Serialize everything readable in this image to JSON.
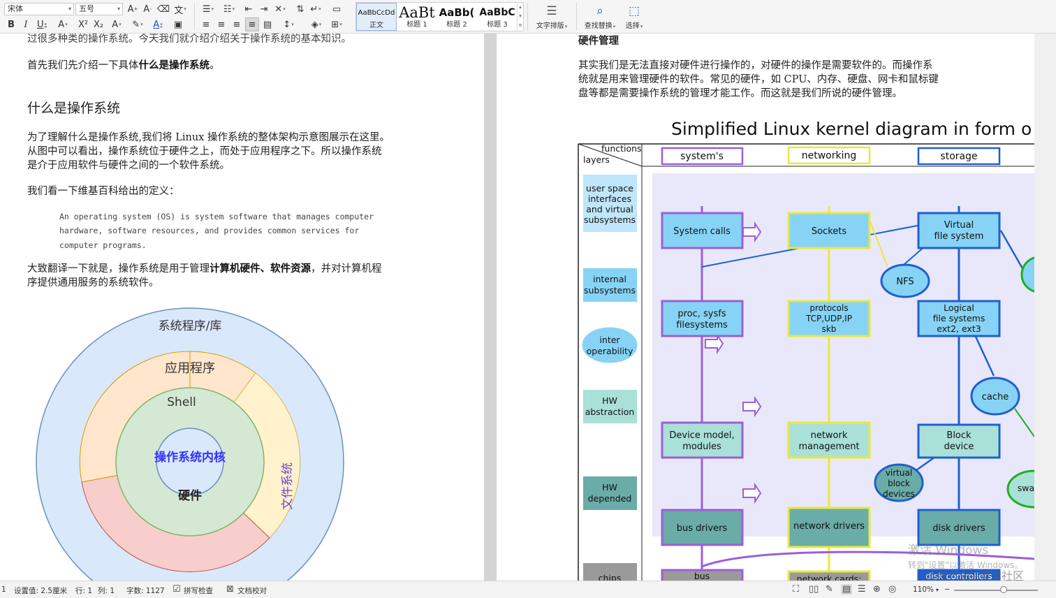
{
  "toolbar": {
    "font_name": "宋体",
    "font_size": "五号",
    "styles": [
      {
        "preview": "AaBbCcDd",
        "name": "正文"
      },
      {
        "preview": "AaBt",
        "name": "标题 1"
      },
      {
        "preview": "AaBb(",
        "name": "标题 2"
      },
      {
        "preview": "AaBbC",
        "name": "标题 3"
      }
    ],
    "text_layout_label": "文字排版",
    "find_replace_label": "查找替换",
    "select_label": "选择"
  },
  "left_page": {
    "cut_line": "过很多种类的操作系统。今天我们就介绍介绍关于操作系统的基本知识。",
    "intro_prefix": "首先我们先介绍一下具体",
    "intro_bold": "什么是操作系统",
    "intro_suffix": "。",
    "heading": "什么是操作系统",
    "para1": [
      "为了理解什么是操作系统,我们将 Linux 操作系统的整体架构示意图展示在这里。",
      "从图中可以看出，操作系统位于硬件之上，而处于应用程序之下。所以操作系统",
      "是介于应用软件与硬件之间的一个软件系统。"
    ],
    "para2": "我们看一下维基百科给出的定义：",
    "quote": [
      "An operating system (OS) is system software that manages computer",
      "hardware, software resources, and provides common services for",
      "computer programs."
    ],
    "para3_prefix": "大致翻译一下就是，操作系统是用于管理",
    "para3_bold": "计算机硬件、软件资源",
    "para3_suffix": "，并对计算机程",
    "para3_line2": "序提供通用服务的系统软件。",
    "ring_diagram": {
      "outer": "应用程序",
      "shell": "Shell",
      "filesystem": "文件系统",
      "syslib": "系统程序/库",
      "kernel": "操作系统内核",
      "hardware": "硬件",
      "colors": {
        "outer": "#dae8fc",
        "shell": "#ffe6cc",
        "fs": "#fff2cc",
        "lib": "#f8cecc",
        "kernel": "#d5e8d4",
        "hw": "#dae8fc",
        "kernel_text": "#3333ff",
        "fs_text": "#6a3fd6"
      }
    }
  },
  "right_page": {
    "cut_heading": "硬件管理",
    "para": [
      "其实我们是无法直接对硬件进行操作的，对硬件的操作是需要软件的。而操作系",
      "统就是用来管理硬件的软件。常见的硬件，如 CPU、内存、硬盘、网卡和鼠标键",
      "盘等都是需要操作系统的管理才能工作。而这就是我们所说的硬件管理。"
    ],
    "kernel_diagram": {
      "title": "Simplified Linux kernel diagram in form o",
      "corner_top": "functions",
      "corner_bottom": "layers",
      "columns": [
        "system's",
        "networking",
        "storage"
      ],
      "rows": [
        "user space\ninterfaces\nand virtual\nsubsystems",
        "internal\nsubsystems",
        "inter\noperability",
        "HW\nabstraction",
        "HW\ndepended",
        "chips"
      ],
      "boxes": {
        "system_calls": "System calls",
        "sockets": "Sockets",
        "vfs": "Virtual\nfile system",
        "nfs": "NFS",
        "proc": "proc, sysfs\nfilesystems",
        "protocols": "protocols\nTCP,UDP,IP\nskb",
        "logical_fs": "Logical\nfile systems\next2, ext3",
        "cache": "cache",
        "device_model": "Device model,\nmodules",
        "net_mgmt": "network\nmanagement",
        "block_device": "Block\ndevice",
        "virtual_block": "virtual\nblock\ndevices",
        "swap": "swa",
        "bus_drivers": "bus drivers",
        "net_drivers": "network drivers",
        "disk_drivers": "disk drivers",
        "bus": "bus",
        "net_cards": "network cards:",
        "disk_ctrl": "disk controllers"
      },
      "colors": {
        "purple": "#9b5fd6",
        "yellow": "#e8e840",
        "blue": "#1f5fcf",
        "box_fill": "#87d3f5",
        "green": "#1faf1f",
        "bg": "#e8e8fa"
      }
    }
  },
  "status": {
    "page_num": "1",
    "setting": "设置值: 2.5厘米",
    "row": "行: 1",
    "col": "列: 1",
    "word_count": "字数: 1127",
    "spell_check": "拼写检查",
    "doc_proof": "文档校对",
    "zoom": "110%"
  },
  "watermark": {
    "line1": "激活 Windows",
    "line2": "转到\"设置\"以激活 Windows。",
    "line3": "@稀土掘金技术社区"
  }
}
